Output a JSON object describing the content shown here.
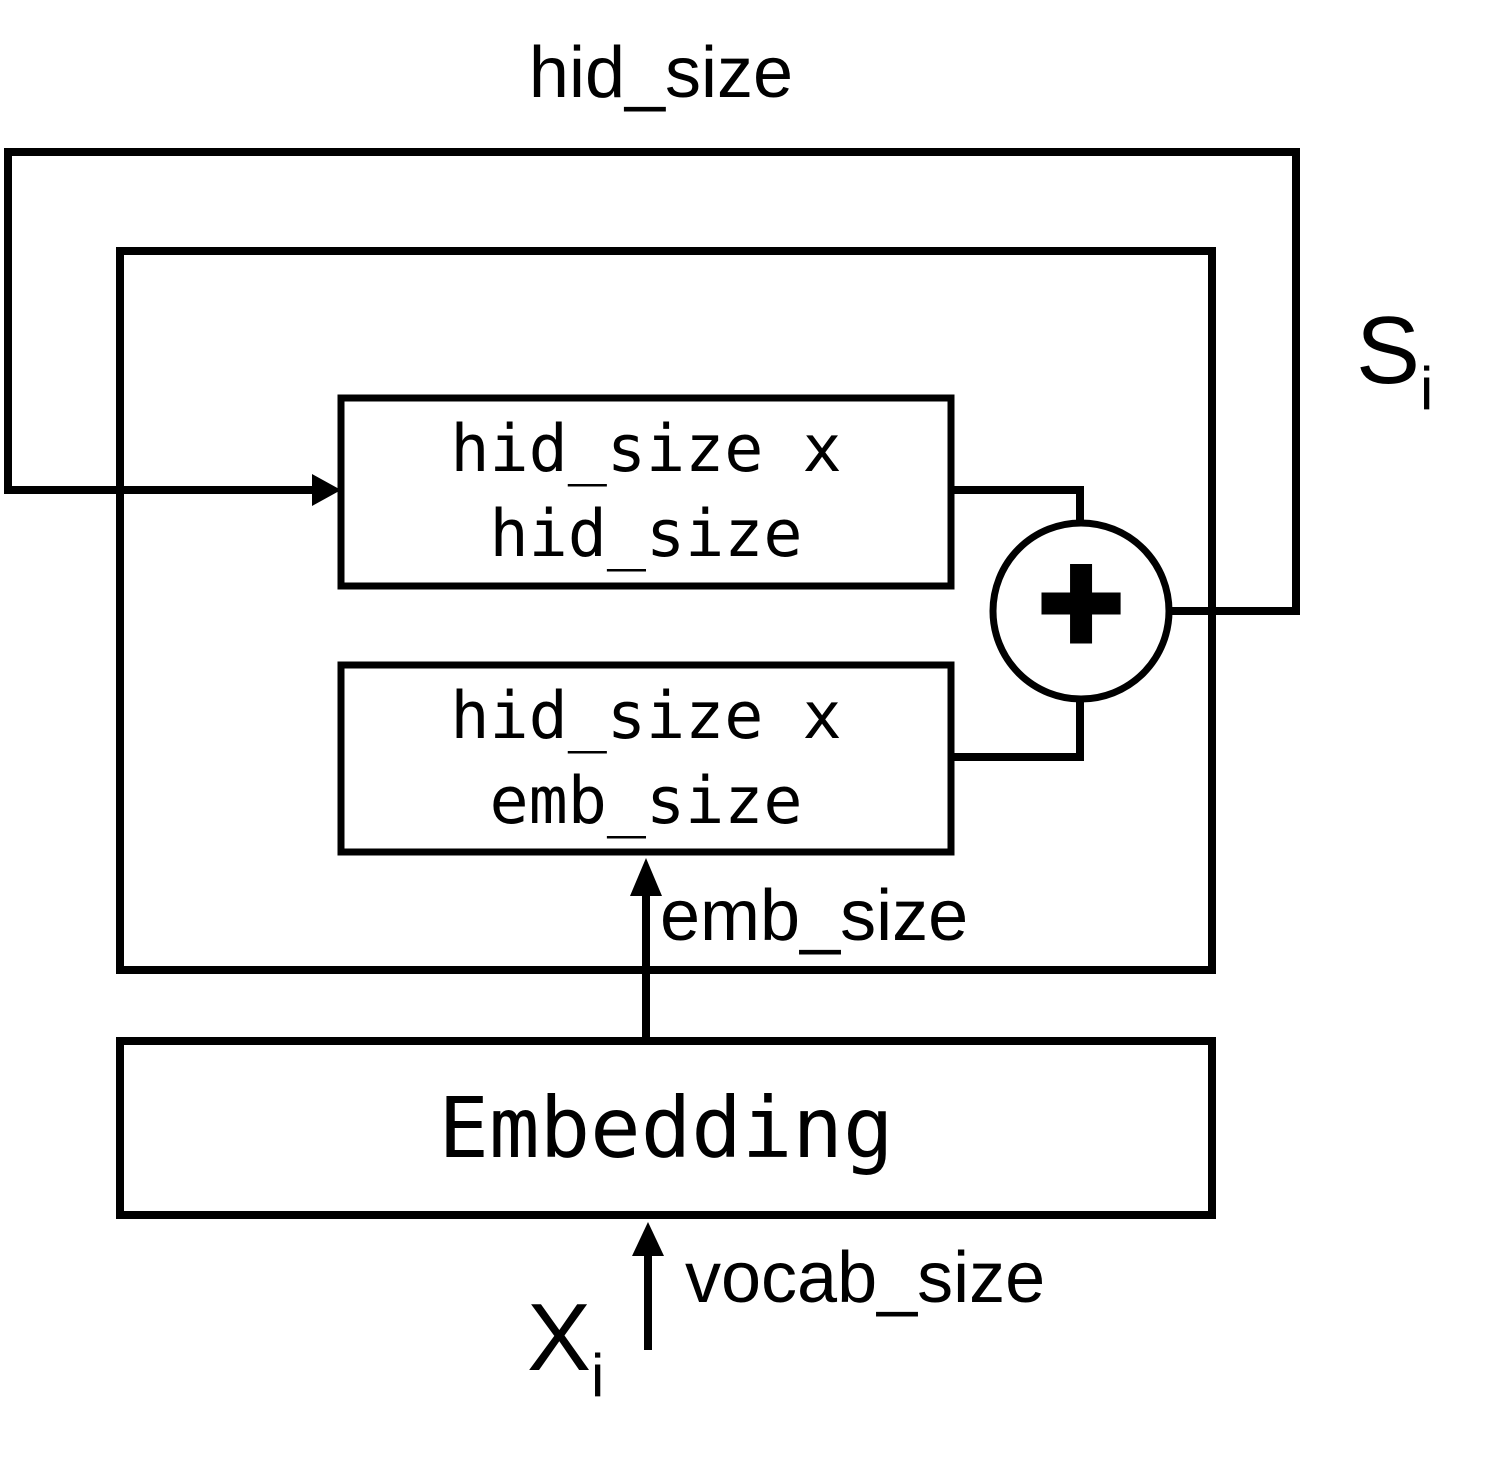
{
  "diagram": {
    "colors": {
      "stroke": "#000000",
      "fill": "#ffffff",
      "background": "#ffffff"
    },
    "top_label": "hid_size",
    "hidden_weight_box": "hid_size x\nhid_size",
    "input_weight_box": "hid_size x\nemb_size",
    "embedding_box": "Embedding",
    "emb_size_label": "emb_size",
    "vocab_size_label": "vocab_size",
    "plus_label": "+",
    "state_label": {
      "base": "S",
      "sub": "i"
    },
    "input_label": {
      "base": "X",
      "sub": "i"
    }
  }
}
